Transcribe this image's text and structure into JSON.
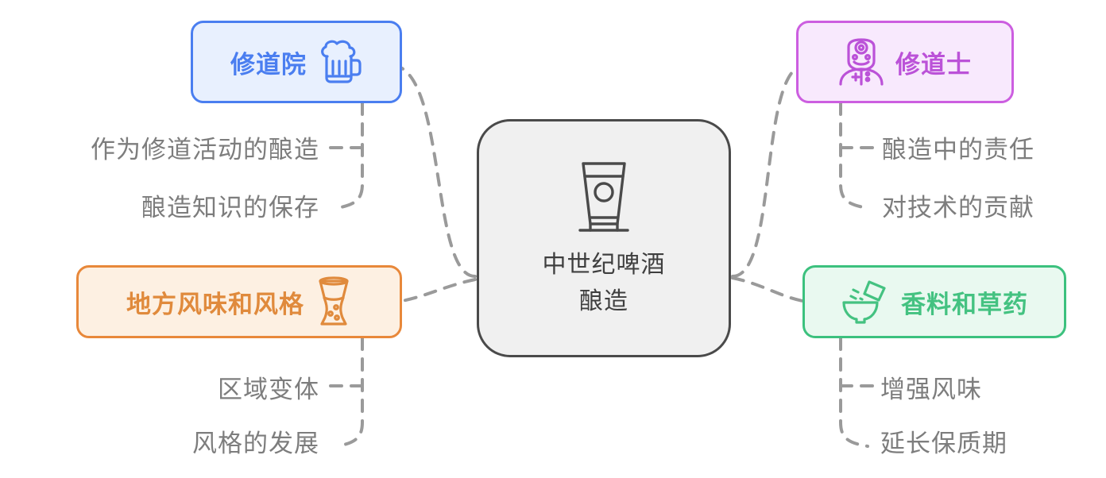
{
  "diagram": {
    "type": "mind-map",
    "center": {
      "title_line1": "中世纪啤酒",
      "title_line2": "酿造",
      "icon": "beer-glass-icon",
      "fill_color": "#f0f0f0",
      "border_color": "#4a4a4a"
    },
    "branches": [
      {
        "id": "monastery",
        "label": "修道院",
        "icon": "beer-mug-foam-icon",
        "color": "#4a7ef0",
        "fill_color": "#e8f0fe",
        "position": "top-left",
        "leaves": [
          "作为修道活动的酿造",
          "酿造知识的保存"
        ]
      },
      {
        "id": "monk",
        "label": "修道士",
        "icon": "monk-person-icon",
        "color": "#bb52d8",
        "fill_color": "#f8e9fd",
        "position": "top-right",
        "leaves": [
          "酿造中的责任",
          "对技术的贡献"
        ]
      },
      {
        "id": "flavors",
        "label": "地方风味和风格",
        "icon": "tulip-beer-glass-icon",
        "color": "#e08a3c",
        "fill_color": "#fdf0e2",
        "position": "bottom-left",
        "leaves": [
          "区域变体",
          "风格的发展"
        ]
      },
      {
        "id": "spices",
        "label": "香料和草药",
        "icon": "mortar-bowl-spice-icon",
        "color": "#44c281",
        "fill_color": "#e9f9f0",
        "position": "bottom-right",
        "leaves": [
          "增强风味",
          "延长保质期"
        ]
      }
    ],
    "connector": {
      "color": "#9a9a9a",
      "style": "dashed"
    }
  }
}
